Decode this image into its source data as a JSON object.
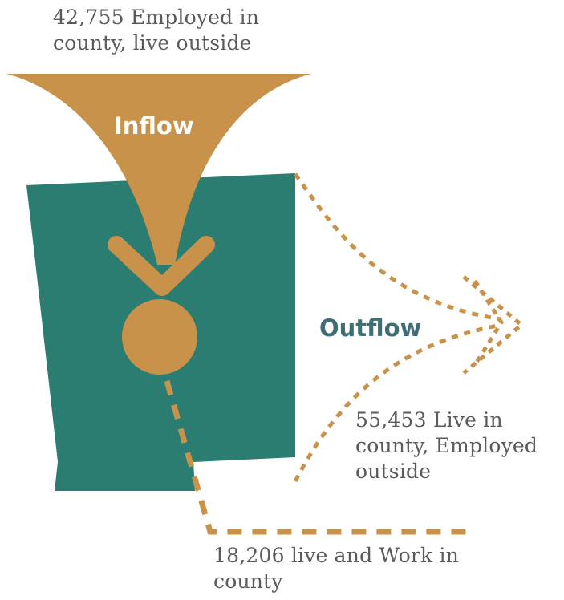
{
  "labels": {
    "inflow": "Inflow",
    "outflow": "Outflow",
    "inflow_count": "42,755 Employed in county, live outside",
    "inflow_line1": "42,755 Employed in",
    "inflow_line2": "county, live outside",
    "outflow_count": "55,453 Live in county, Employed outside",
    "outflow_line1": "55,453 Live in",
    "outflow_line2": "county, Employed",
    "outflow_line3": "outside",
    "internal_count": "18,206 live and Work in county",
    "internal_line1": "18,206 live and Work in",
    "internal_line2": "county"
  },
  "values": {
    "inflow": 42755,
    "outflow": 55453,
    "live_and_work_in_county": 18206
  },
  "colors": {
    "county": "#2b7d72",
    "flow": "#c8924a",
    "outflow_label": "#3f6f75",
    "inflow_label": "#ffffff",
    "text": "#5a5a5a"
  }
}
